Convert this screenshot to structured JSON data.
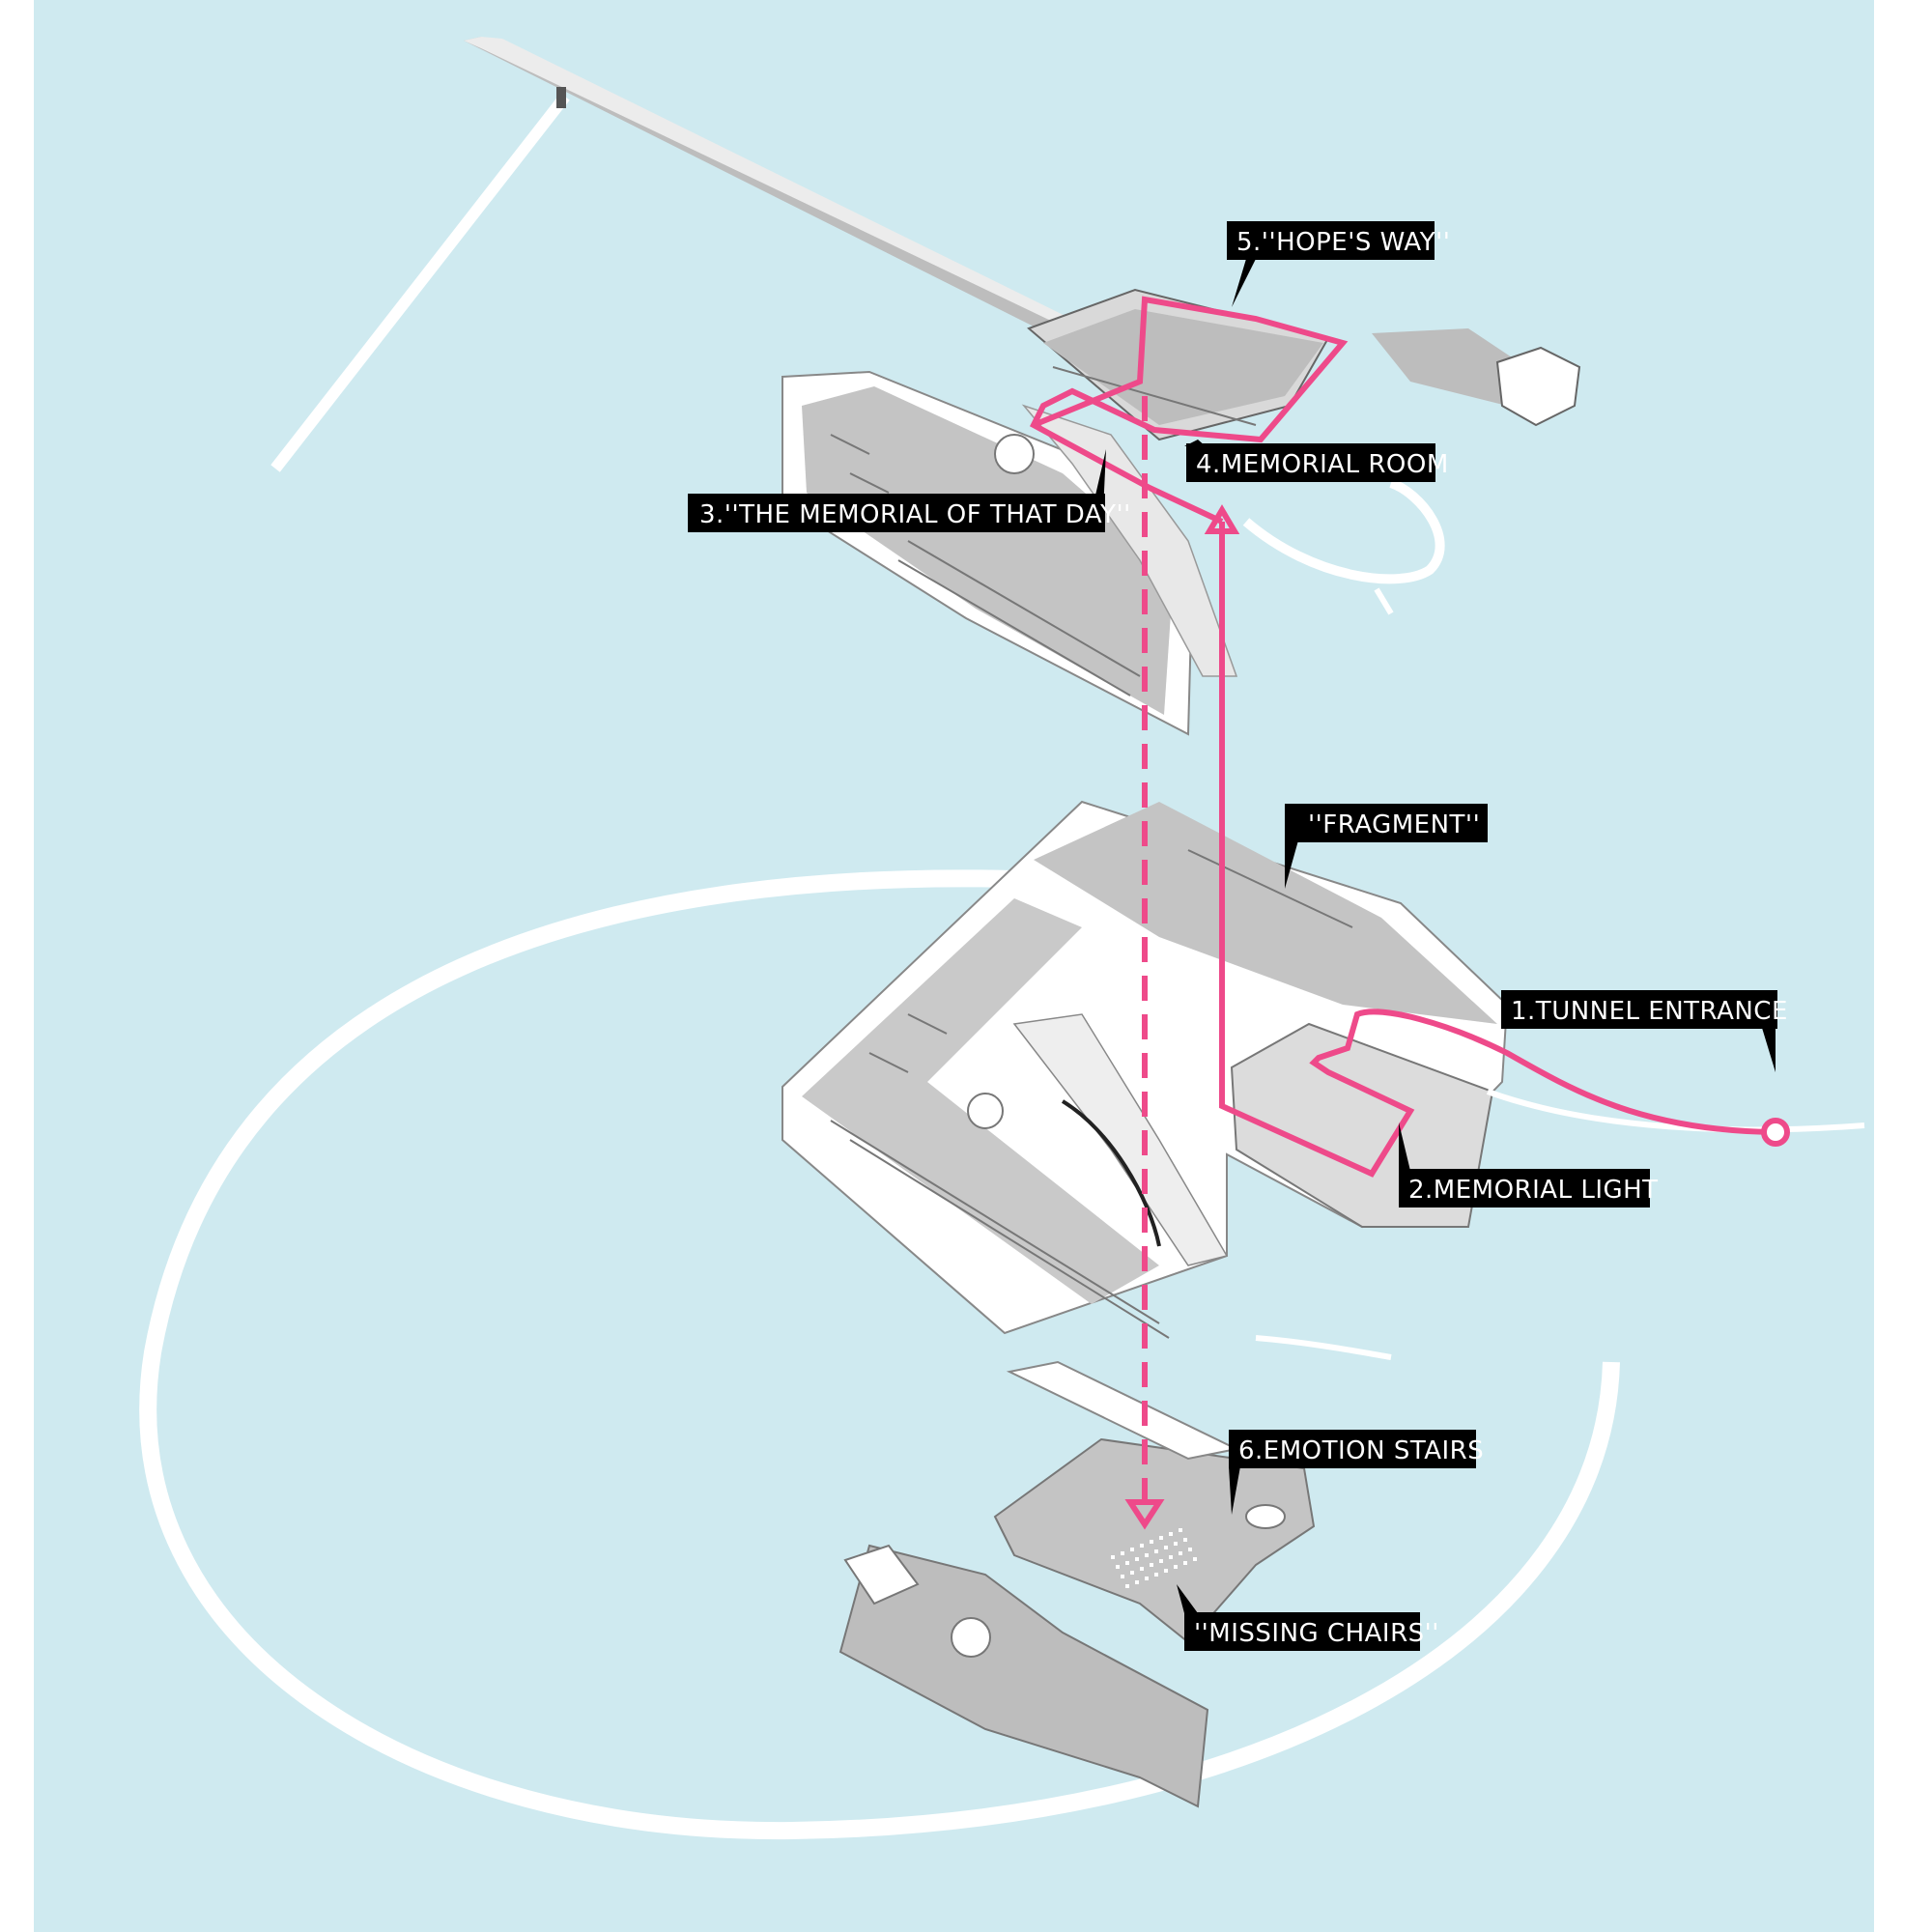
{
  "colors": {
    "background": "#cfeaf0",
    "outer_margin": "#ffffff",
    "building_white": "#ffffff",
    "floor_gray": "#c4c4c4",
    "wall_gray": "#9e9e9e",
    "edge_dark": "#4a4a4a",
    "path_pink": "#ee4a8a",
    "label_bg": "#000000",
    "label_text": "#ffffff"
  },
  "labels": [
    {
      "id": "tunnel-entrance",
      "text": "1.TUNNEL ENTRANCE"
    },
    {
      "id": "memorial-light",
      "text": "2.MEMORIAL LIGHT"
    },
    {
      "id": "memorial-of-that-day",
      "text": "3.''THE MEMORIAL OF THAT DAY''"
    },
    {
      "id": "memorial-room",
      "text": "4.MEMORIAL ROOM"
    },
    {
      "id": "hopes-way",
      "text": "5.''HOPE'S WAY''"
    },
    {
      "id": "emotion-stairs",
      "text": "6.EMOTION STAIRS"
    },
    {
      "id": "fragment",
      "text": "''FRAGMENT''"
    },
    {
      "id": "missing-chairs",
      "text": "''MISSING CHAIRS''"
    }
  ]
}
